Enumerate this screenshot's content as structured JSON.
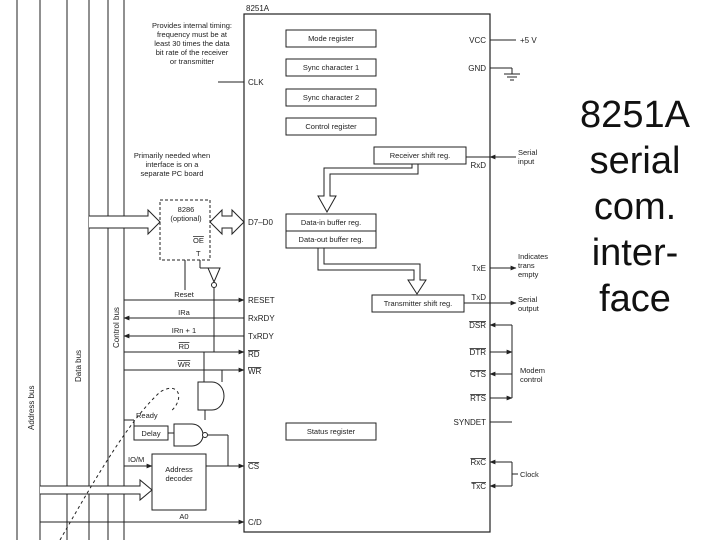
{
  "slide": {
    "title_lines": [
      "8251A",
      "serial",
      "com.",
      "inter-",
      "face"
    ]
  },
  "chip": {
    "name": "8251A",
    "registers": {
      "mode": "Mode register",
      "sync1": "Sync character 1",
      "sync2": "Sync character 2",
      "control": "Control register",
      "receiver_shift": "Receiver shift reg.",
      "data_in": "Data-in buffer reg.",
      "data_out": "Data-out buffer reg.",
      "transmitter_shift": "Transmitter shift reg.",
      "status": "Status register"
    },
    "pins_left": {
      "clk": "CLK",
      "d7_d0": "D7–D0",
      "reset": "RESET",
      "rxrdy": "RxRDY",
      "txrdy": "TxRDY",
      "rd": "RD",
      "wr": "WR",
      "cs": "CS",
      "cd": "C/D"
    },
    "pins_right": {
      "vcc": "VCC",
      "gnd": "GND",
      "rxd": "RxD",
      "txe": "TxE",
      "txd": "TxD",
      "dsr": "DSR",
      "dtr": "DTR",
      "cts": "CTS",
      "rts": "RTS",
      "syndet": "SYNDET",
      "rxc": "RxC",
      "txc": "TxC"
    }
  },
  "external": {
    "vcc_value": "+5 V",
    "serial_input": [
      "Serial",
      "input"
    ],
    "indicates_empty": [
      "Indicates",
      "trans",
      "empty"
    ],
    "serial_output": [
      "Serial",
      "output"
    ],
    "modem_control": [
      "Modem",
      "control"
    ],
    "clock": "Clock",
    "clk_note": [
      "Provides internal timing:",
      "frequency must be at",
      "least 30 times the data",
      "bit rate of the receiver",
      "or transmitter"
    ],
    "buffer_note": [
      "Primarily needed when",
      "interface is on a",
      "separate PC board"
    ],
    "buffer_chip": [
      "8286",
      "(optional)"
    ],
    "oe": "OE",
    "t": "T",
    "reset": "Reset",
    "ira": "IRa",
    "irb": "IRn + 1",
    "rd": "RD",
    "wr": "WR",
    "ready": "Ready",
    "delay": "Delay",
    "io_m": "IO/M",
    "address_decoder": [
      "Address",
      "decoder"
    ],
    "a0": "A0",
    "control_bus": "Control bus",
    "data_bus": "Data bus",
    "address_bus": "Address bus"
  }
}
